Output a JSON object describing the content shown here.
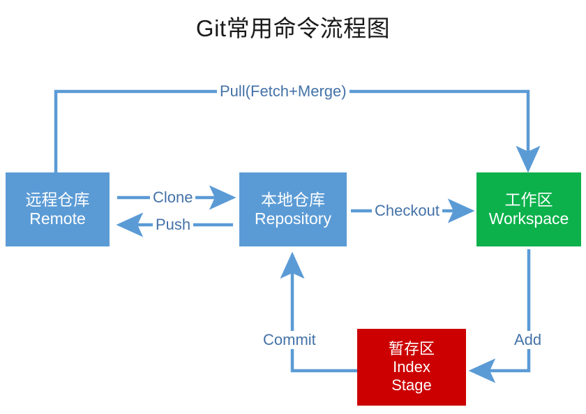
{
  "title": "Git常用命令流程图",
  "colors": {
    "node_blue": "#5B9BD5",
    "node_green": "#0CB14B",
    "node_red": "#CC0000",
    "edge_blue": "#5B9BD5",
    "label_blue": "#4472A8",
    "background": "#FFFFFF",
    "node_text": "#FFFFFF"
  },
  "nodes": [
    {
      "id": "remote",
      "lines": [
        "远程仓库",
        "Remote"
      ],
      "color": "#5B9BD5"
    },
    {
      "id": "repository",
      "lines": [
        "本地仓库",
        "Repository"
      ],
      "color": "#5B9BD5"
    },
    {
      "id": "workspace",
      "lines": [
        "工作区",
        "Workspace"
      ],
      "color": "#0CB14B"
    },
    {
      "id": "index",
      "lines": [
        "暂存区",
        "Index",
        "Stage"
      ],
      "color": "#CC0000"
    }
  ],
  "edges": [
    {
      "id": "pull",
      "label": "Pull(Fetch+Merge)",
      "from": "remote",
      "to": "workspace"
    },
    {
      "id": "clone",
      "label": "Clone",
      "from": "remote",
      "to": "repository"
    },
    {
      "id": "push",
      "label": "Push",
      "from": "repository",
      "to": "remote"
    },
    {
      "id": "checkout",
      "label": "Checkout",
      "from": "repository",
      "to": "workspace"
    },
    {
      "id": "add",
      "label": "Add",
      "from": "workspace",
      "to": "index"
    },
    {
      "id": "commit",
      "label": "Commit",
      "from": "index",
      "to": "repository"
    }
  ]
}
